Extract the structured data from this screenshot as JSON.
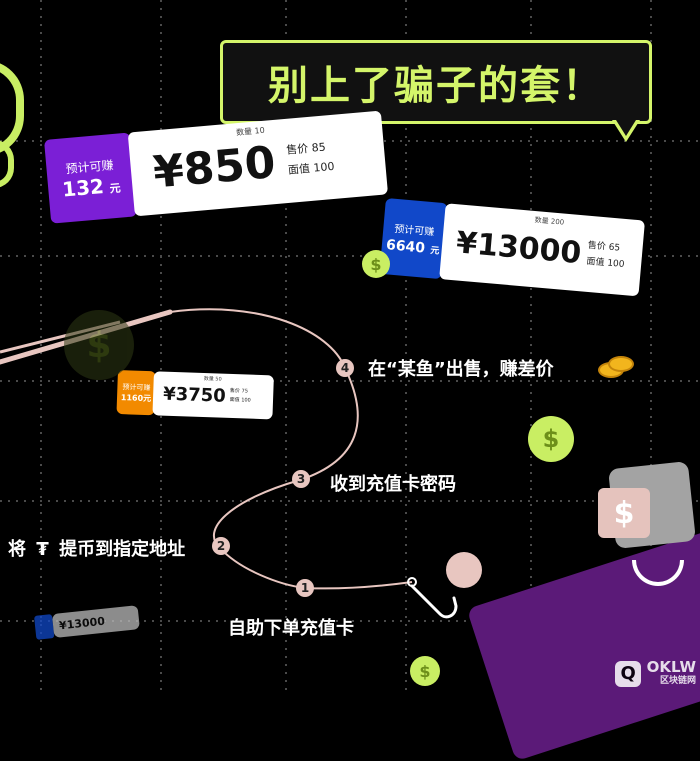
{
  "headline": {
    "text": "别上了骗子的套！"
  },
  "ticket_850": {
    "left_label": "预计可赚",
    "left_amount": "132",
    "left_unit": "元",
    "price": "¥850",
    "qty": "数量 10",
    "sell": "售价 85",
    "face": "面值 100"
  },
  "ticket_13000": {
    "left_label": "预计可赚",
    "left_amount": "6640",
    "left_unit": "元",
    "price": "¥13000",
    "qty": "数量 200",
    "sell": "售价 65",
    "face": "面值 100"
  },
  "ticket_3750": {
    "left_label": "预计可赚",
    "left_amount": "1160元",
    "price": "¥3750",
    "qty": "数量 50",
    "sell": "售价 75",
    "face": "面值 100"
  },
  "ticket_small": {
    "price": "¥13000"
  },
  "steps": [
    {
      "num": "1",
      "text": "自助下单充值卡"
    },
    {
      "num": "2",
      "text_pre": "将",
      "text_post": "提币到指定地址"
    },
    {
      "num": "3",
      "text": "收到充值卡密码"
    },
    {
      "num": "4",
      "text": "在“某鱼”出售，赚差价"
    }
  ],
  "icons": {
    "tether": "tether-icon",
    "dollar_coin": "dollar-coin-icon",
    "gold_coins": "gold-coins-icon",
    "wallet": "dollar-card-icon"
  },
  "colors": {
    "accent": "#d4f56a",
    "purple": "#7b1fd6",
    "blue": "#1148c9",
    "orange": "#f28a00"
  },
  "watermark": {
    "logo": "Q",
    "text": "OKLW",
    "sub": "区块链网"
  }
}
